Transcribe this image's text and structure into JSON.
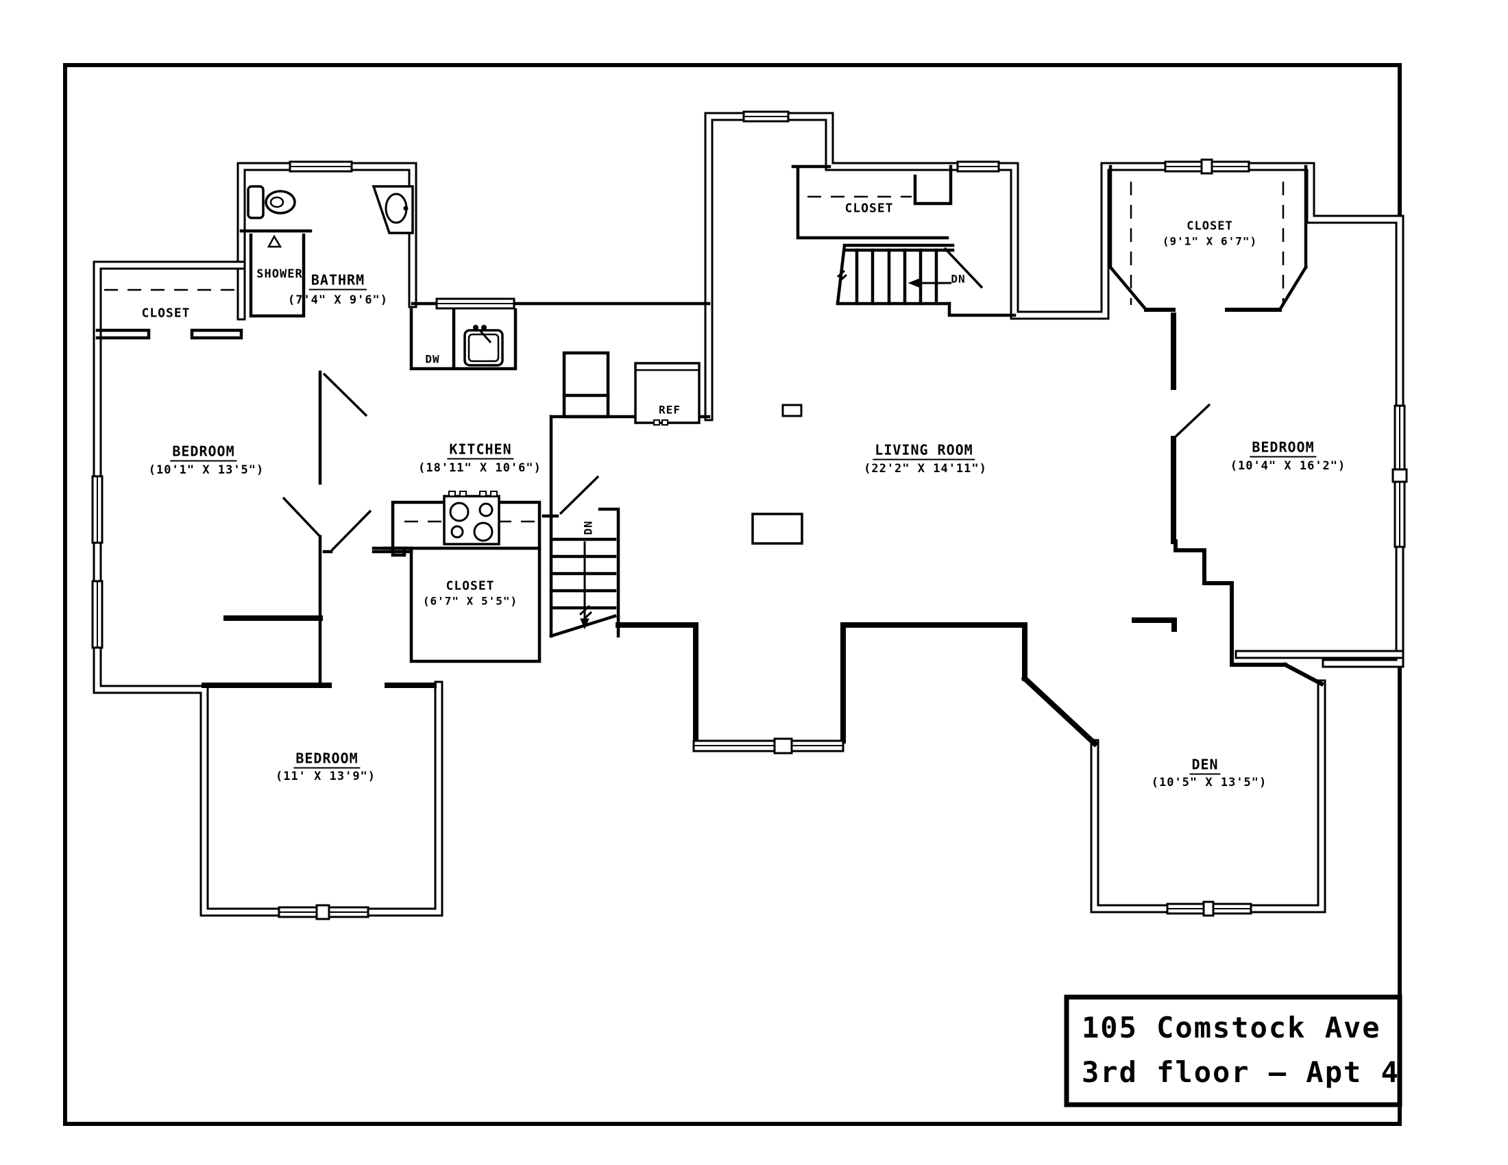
{
  "page": {
    "background": "#ffffff",
    "line_color": "#000000"
  },
  "title_block": {
    "line1": "105 Comstock Ave",
    "line2": "3rd floor – Apt 4"
  },
  "rooms": {
    "bathroom": {
      "name": "BATHRM",
      "dims": "(7'4\" X 9'6\")"
    },
    "bedroom_left": {
      "name": "BEDROOM",
      "dims": "(10'1\" X 13'5\")"
    },
    "kitchen": {
      "name": "KITCHEN",
      "dims": "(18'11\" X 10'6\")"
    },
    "living_room": {
      "name": "LIVING ROOM",
      "dims": "(22'2\" X 14'11\")"
    },
    "bedroom_right": {
      "name": "BEDROOM",
      "dims": "(10'4\" X 16'2\")"
    },
    "den": {
      "name": "DEN",
      "dims": "(10'5\" X 13'5\")"
    },
    "bedroom_bottom": {
      "name": "BEDROOM",
      "dims": "(11' X 13'9\")"
    }
  },
  "closets": {
    "left": {
      "name": "CLOSET"
    },
    "middle": {
      "name": "CLOSET",
      "dims": "(6'7\" X 5'5\")"
    },
    "top": {
      "name": "CLOSET"
    },
    "right": {
      "name": "CLOSET",
      "dims": "(9'1\" X 6'7\")"
    }
  },
  "fixtures": {
    "shower": "SHOWER",
    "dishwasher": "DW",
    "refrigerator": "REF",
    "stairs_down_upper": "DN",
    "stairs_down_lower": "DN"
  }
}
